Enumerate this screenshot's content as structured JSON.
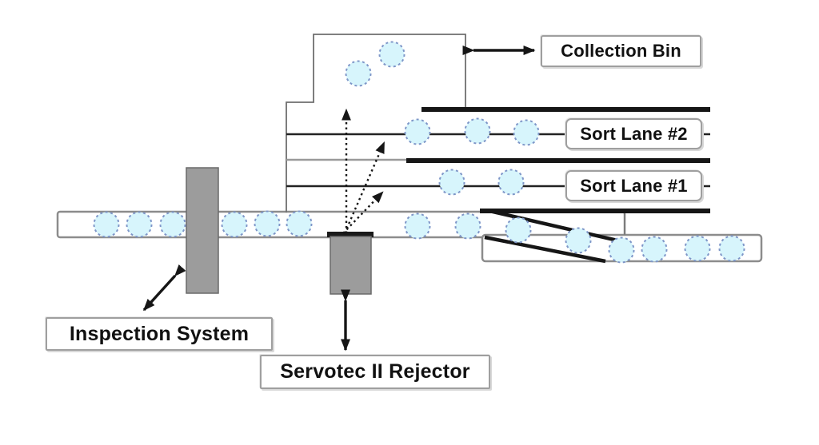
{
  "diagram": {
    "labels": {
      "collection_bin": "Collection Bin",
      "sort_lane_2": "Sort Lane #2",
      "sort_lane_1": "Sort Lane #1",
      "inspection_system": "Inspection System",
      "servotec_rejector": "Servotec II Rejector"
    },
    "colors": {
      "background": "#ffffff",
      "item_fill": "#d7f5fc",
      "item_stroke": "#7e96c8",
      "machine_gray": "#9c9c9c",
      "line_black": "#161616",
      "belt_stroke": "#8c8c8c",
      "label_border": "#9f9f9f",
      "label_text": "#111111"
    }
  }
}
